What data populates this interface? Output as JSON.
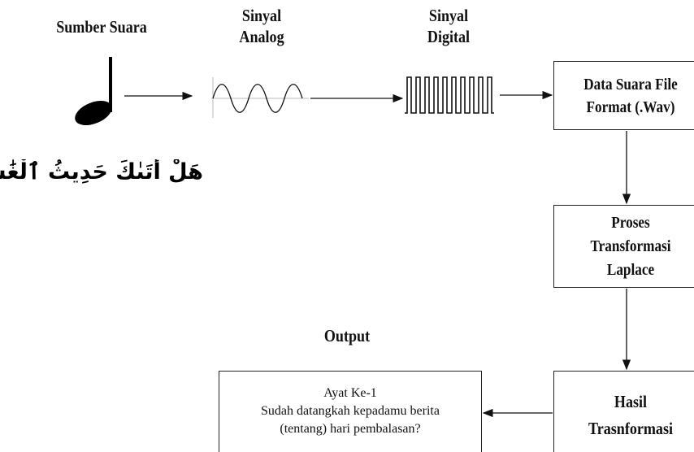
{
  "source_label": "Sumber Suara",
  "analog_label": [
    "Sinyal",
    "Analog"
  ],
  "digital_label": [
    "Sinyal",
    "Digital"
  ],
  "arabic_text": "هَلْ أَتَىٰكَ حَدِيثُ ٱلْغَٰشِيَةِ",
  "box_data_file": [
    "Data Suara File",
    "Format (.Wav)"
  ],
  "box_transform": [
    "Proses",
    "Transformasi",
    "Laplace"
  ],
  "box_result": [
    "Hasil",
    "Trasnformasi"
  ],
  "output_label": "Output",
  "output_box": [
    "Ayat Ke-1",
    "Sudah datangkah kepadamu berita",
    "(tentang) hari pembalasan?"
  ],
  "colors": {
    "ink": "#111111",
    "box_border": "#222222"
  }
}
